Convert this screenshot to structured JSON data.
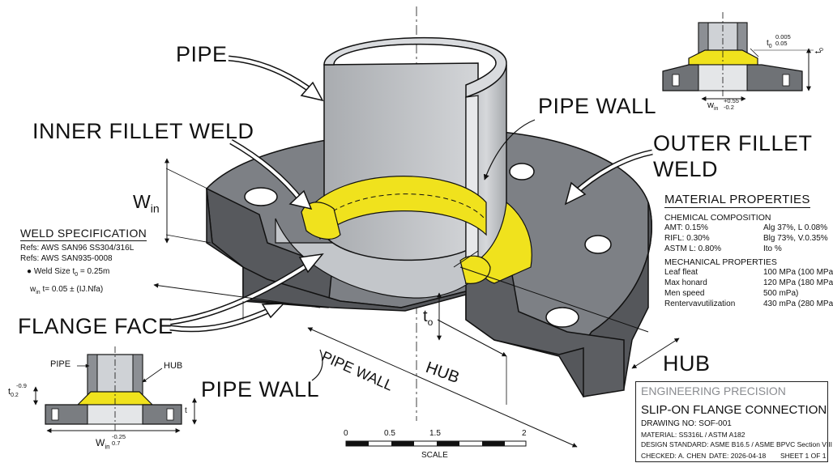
{
  "labels": {
    "pipe": "PIPE",
    "pipe_wall_top": "PIPE WALL",
    "inner_fillet_weld": "INNER FILLET WELD",
    "outer_fillet_weld_1": "OUTER FILLET",
    "outer_fillet_weld_2": "WELD",
    "w_in": "W",
    "w_in_sub": "in",
    "flange_face": "FLANGE FACE",
    "pipe_wall_bottom": "PIPE WALL",
    "pipe_wall_dim": "PIPE WALL",
    "hub_dim": "HUB",
    "hub_right": "HUB",
    "t_o": "t",
    "t_o_sub": "o"
  },
  "weld_spec": {
    "title": "WELD SPECIFICATION",
    "ref1": "Refs: AWS SAN96 SS304/316L",
    "ref2": "Refs: AWS SAN935-0008",
    "bullet": "Weld Size t",
    "bullet_sub": "0",
    "bullet_val": " = 0.25m",
    "formula_w": "w",
    "formula_sub": "in",
    "formula_rest": " t= 0.05 ± (IJ.Nfa)"
  },
  "material": {
    "title": "MATERIAL PROPERTIES",
    "chem_head": "CHEMICAL COMPOSITION",
    "chem": [
      [
        "AMT: 0.15%",
        "Alg 37%, L 0.08%"
      ],
      [
        "RIFL: 0.30%",
        "Blg 73%, V.0.35%"
      ],
      [
        "ASTM L: 0.80%",
        "Ito %"
      ]
    ],
    "mech_head": "MECHANICAL PROPERTIES",
    "mech": [
      [
        "Leaf fleat",
        "100 MPa (100 MPa"
      ],
      [
        "Max honard",
        "120 MPa (180 MPa"
      ],
      [
        "Men speed",
        "500 mPa)"
      ],
      [
        "Rentervavutilization",
        "430 mPa (280 MPa"
      ]
    ]
  },
  "inset_top": {
    "t0": "t",
    "t0_sub": "0",
    "t0_tol_up": "0.005",
    "t0_tol_dn": "0.05",
    "t_side": "t",
    "t_side_sub": "0",
    "w": "w",
    "w_sub": "in",
    "w_tol_up": "+0.55",
    "w_tol_dn": "-0.2"
  },
  "inset_bottom": {
    "pipe": "PIPE",
    "hub": "HUB",
    "t0": "t",
    "t0_sub": "0.2",
    "t0_tol": "-0.9",
    "t": "t",
    "w": "W",
    "w_sub": "in",
    "w_tol_up": "-0.25",
    "w_tol_dn": "0.7"
  },
  "scale": {
    "ticks": [
      "0",
      "0.5",
      "1.5",
      "2"
    ],
    "label": "SCALE"
  },
  "title_block": {
    "company": "ENGINEERING PRECISION",
    "title": "SLIP-ON FLANGE CONNECTION",
    "drawing_no": "DRAWING NO: SOF-001",
    "material": "MATERIAL: SS316L / ASTM A182",
    "standard": "DESIGN STANDARD: ASME B16.5 / ASME BPVC Section VIII",
    "checked": "CHECKED: A. CHEN",
    "date": "DATE: 2026-04-18",
    "sheet": "SHEET 1 OF 1"
  },
  "colors": {
    "steel_dark": "#5a5c60",
    "steel_mid": "#8e9196",
    "steel_light": "#c9ccd0",
    "weld": "#f0e21d",
    "ink": "#111111"
  }
}
